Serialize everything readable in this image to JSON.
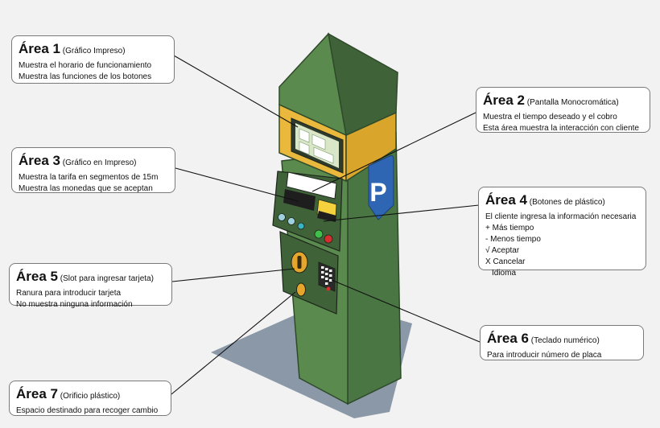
{
  "callouts": [
    {
      "title": "Área 1",
      "subtitle": "(Gráfico Impreso)",
      "lines": [
        "Muestra el horario de funcionamiento",
        "Muestra las funciones de los botones"
      ]
    },
    {
      "title": "Área 2",
      "subtitle": "(Pantalla Monocromática)",
      "lines": [
        "Muestra el tiempo deseado y el cobro",
        "Esta área muestra la interacción con cliente"
      ]
    },
    {
      "title": "Área 3",
      "subtitle": "(Gráfico en Impreso)",
      "lines": [
        "Muestra la tarifa en segmentos de 15m",
        "Muestra las monedas que se aceptan"
      ]
    },
    {
      "title": "Área 4",
      "subtitle": "(Botones de plástico)",
      "lines": [
        "El cliente ingresa la información necesaria",
        "+ Más tiempo",
        "-  Menos tiempo",
        "√ Aceptar",
        "X Cancelar",
        "Idioma"
      ]
    },
    {
      "title": "Área 5",
      "subtitle": "(Slot para ingresar tarjeta)",
      "lines": [
        "Ranura para introducir tarjeta",
        "No muestra ninguna información"
      ]
    },
    {
      "title": "Área 6",
      "subtitle": "(Teclado numérico)",
      "lines": [
        "Para introducir número de placa"
      ]
    },
    {
      "title": "Área 7",
      "subtitle": "(Orificio plástico)",
      "lines": [
        "Espacio destinado para recoger cambio"
      ]
    }
  ],
  "machine": {
    "sign_letter": "P",
    "colors": {
      "body": "#5b8a4e",
      "body_dark": "#3f6238",
      "top": "#eab83c",
      "screen": "#d9e6c7",
      "shadow": "#7e8ea0",
      "sign": "#2e66b3"
    }
  }
}
